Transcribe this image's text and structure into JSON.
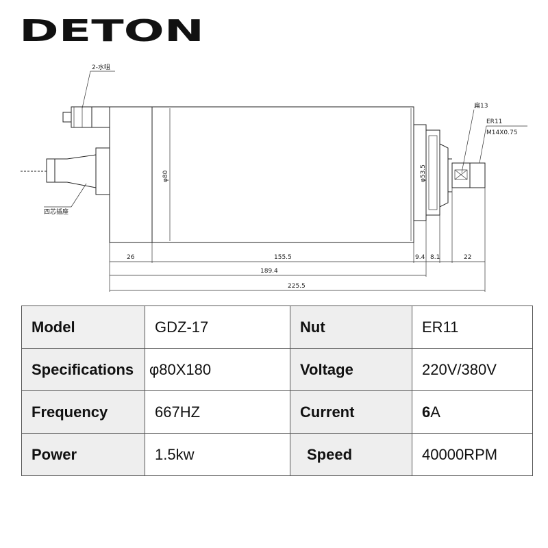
{
  "brand": {
    "logo_text": "DETON"
  },
  "drawing": {
    "callouts": {
      "water_nozzle": "2-水咀",
      "connector": "四芯插座",
      "flat": "扁13",
      "collet": "ER11",
      "thread": "M14X0.75"
    },
    "diameters": {
      "body": "φ80",
      "flange": "φ53.5"
    },
    "dimensions": {
      "d26": "26",
      "d155_5": "155.5",
      "d9_4": "9.4",
      "d8_1": "8.1",
      "d22": "22",
      "d189_4": "189.4",
      "d225_5": "225.5"
    }
  },
  "specs": {
    "rows": [
      {
        "label1": "Model",
        "value1": "GDZ-17",
        "label2": "Nut",
        "value2": "ER11"
      },
      {
        "label1": "Specifications",
        "value1": "φ80X180",
        "label2": "Voltage",
        "value2": "220V/380V"
      },
      {
        "label1": "Frequency",
        "value1": "667HZ",
        "label2": "Current",
        "value2_bold": "6",
        "value2": "A"
      },
      {
        "label1": "Power",
        "value1": "1.5kw",
        "label2": "Speed",
        "value2": "40000RPM"
      }
    ]
  }
}
